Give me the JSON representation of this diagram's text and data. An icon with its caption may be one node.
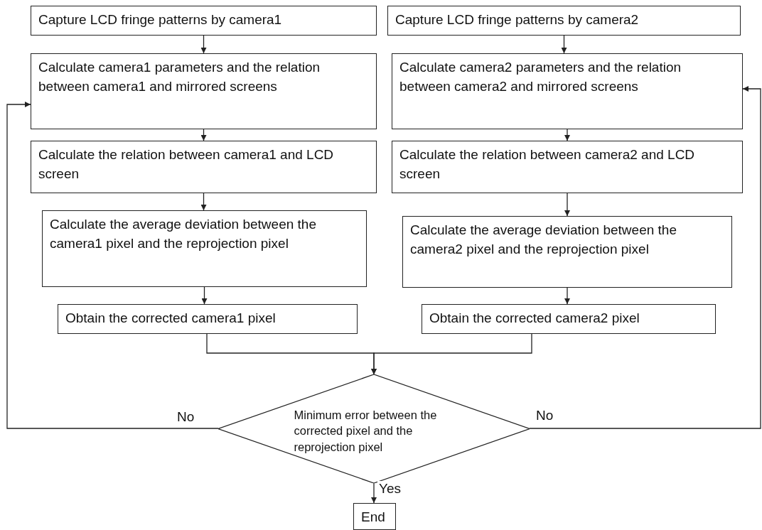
{
  "diagram": {
    "nodes": [
      {
        "text": [
          "Capture LCD fringe patterns by camera1"
        ]
      },
      {
        "text": [
          "Capture LCD fringe patterns by camera2"
        ]
      },
      {
        "text": [
          "Calculate camera1 parameters and the relation between camera1 and mirrored screens"
        ]
      },
      {
        "text": [
          "Calculate camera2 parameters and the relation between camera2 and mirrored screens"
        ]
      },
      {
        "text": [
          "Calculate the relation between camera1 and LCD screen"
        ]
      },
      {
        "text": [
          "Calculate the relation between camera2 and LCD screen"
        ]
      },
      {
        "text": [
          "Calculate the average deviation between the camera1 pixel and the reprojection pixel"
        ]
      },
      {
        "text": [
          "Calculate the average deviation between the camera2 pixel and the reprojection pixel"
        ]
      },
      {
        "text": [
          "Obtain the corrected camera1 pixel"
        ]
      },
      {
        "text": [
          "Obtain the corrected camera2 pixel"
        ]
      },
      {
        "text": [
          "Minimum error between the corrected pixel and the reprojection pixel"
        ]
      },
      {
        "text": [
          "End"
        ]
      }
    ],
    "edges": [
      {
        "from": 0,
        "to": 2,
        "arrow": "to"
      },
      {
        "from": 1,
        "to": 3,
        "arrow": "to"
      },
      {
        "from": 2,
        "to": 4,
        "arrow": "to"
      },
      {
        "from": 3,
        "to": 5,
        "arrow": "to"
      },
      {
        "from": 4,
        "to": 6,
        "arrow": "to"
      },
      {
        "from": 5,
        "to": 7,
        "arrow": "to"
      },
      {
        "from": 6,
        "to": 8,
        "arrow": "to"
      },
      {
        "from": 7,
        "to": 9,
        "arrow": "to"
      },
      {
        "from": 8,
        "to": 10,
        "arrow": "to"
      },
      {
        "from": 9,
        "to": 10,
        "arrow": "to"
      },
      {
        "from": 10,
        "to": 2,
        "label": "No",
        "arrow": "to"
      },
      {
        "from": 10,
        "to": 3,
        "label": "No",
        "arrow": "to"
      },
      {
        "from": 10,
        "to": 11,
        "label": "Yes",
        "arrow": "to"
      }
    ]
  }
}
